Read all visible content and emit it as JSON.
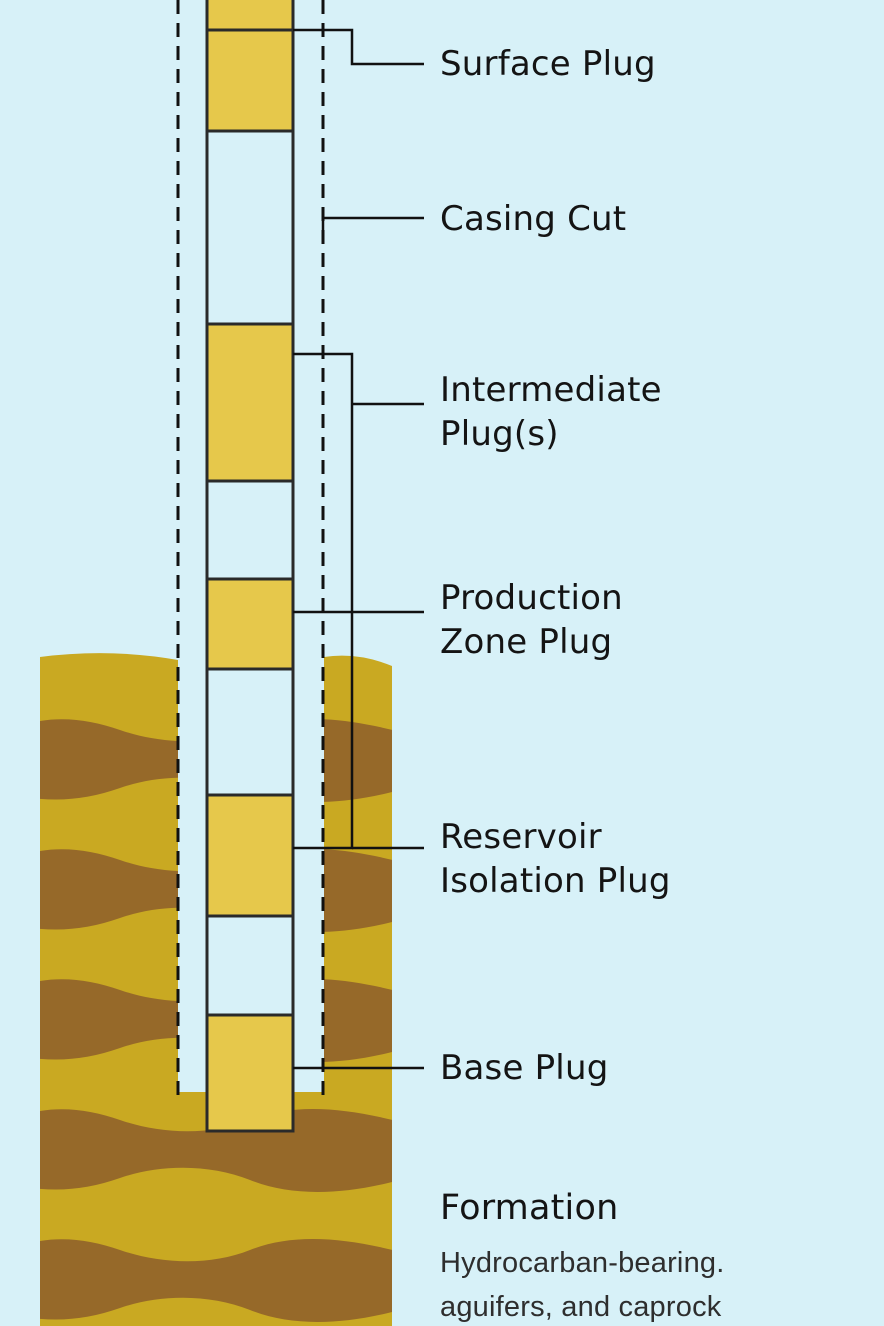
{
  "colors": {
    "background": "#d7f1f8",
    "plug": "#e6c84b",
    "formation_light": "#c9a922",
    "formation_dark": "#966929",
    "line": "#111111"
  },
  "labels": {
    "surface_plug": "Surface Plug",
    "casing_cut": "Casing Cut",
    "intermediate_plugs": "Intermediate\nPlug(s)",
    "production_zone_plug": "Production\nZone Plug",
    "reservoir_isolation_plug": "Reservoir\nIsolation Plug",
    "base_plug": "Base Plug",
    "formation_title": "Formation",
    "formation_description": "Hydrocarban-bearing.\naguifers, and caprock"
  }
}
